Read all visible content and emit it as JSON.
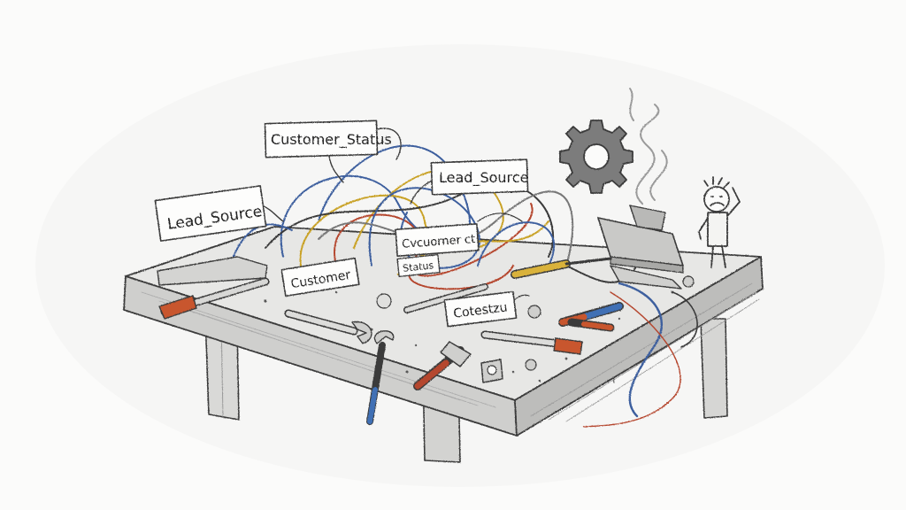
{
  "illustration": {
    "tags": [
      {
        "id": "customer-status",
        "text": "Customer_Status"
      },
      {
        "id": "lead-source-left",
        "text": "Lead_Source"
      },
      {
        "id": "lead-source-right",
        "text": "Lead_Source"
      },
      {
        "id": "customer",
        "text": "Customer"
      },
      {
        "id": "garbled-1",
        "text": "Cvcuorner ct"
      },
      {
        "id": "garbled-2",
        "text": "Cotestzu"
      },
      {
        "id": "small-status",
        "text": "Status"
      }
    ],
    "colors": {
      "paper": "#fbfbfa",
      "ink": "#3a3a3a",
      "wire_blue": "#3d5f9e",
      "wire_yellow": "#c9a227",
      "wire_red": "#b5462f",
      "handle_orange": "#c8562e",
      "handle_yellow": "#d9b23a",
      "handle_blue": "#3f6fb5",
      "gear": "#6e6e6e"
    }
  }
}
